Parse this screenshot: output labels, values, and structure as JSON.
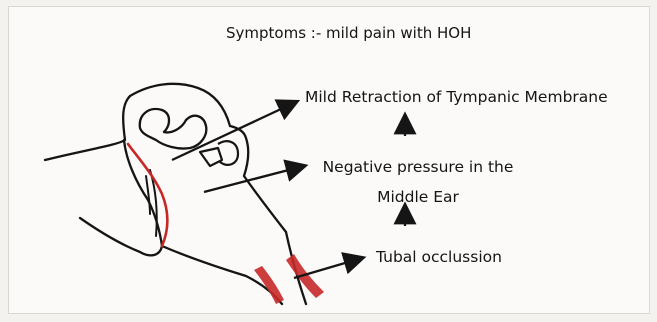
{
  "diagram": {
    "title": "Symptoms :- mild pain with HOH",
    "stages": [
      {
        "id": "retraction",
        "text": "Mild Retraction of Tympanic Membrane"
      },
      {
        "id": "negative_pressure",
        "text": "Negative pressure in the Middle Ear"
      },
      {
        "id": "occlusion",
        "text": "Tubal occlussion"
      }
    ],
    "colors": {
      "ink": "#151515",
      "highlight": "#c62828",
      "background": "#fbfaf8"
    }
  }
}
